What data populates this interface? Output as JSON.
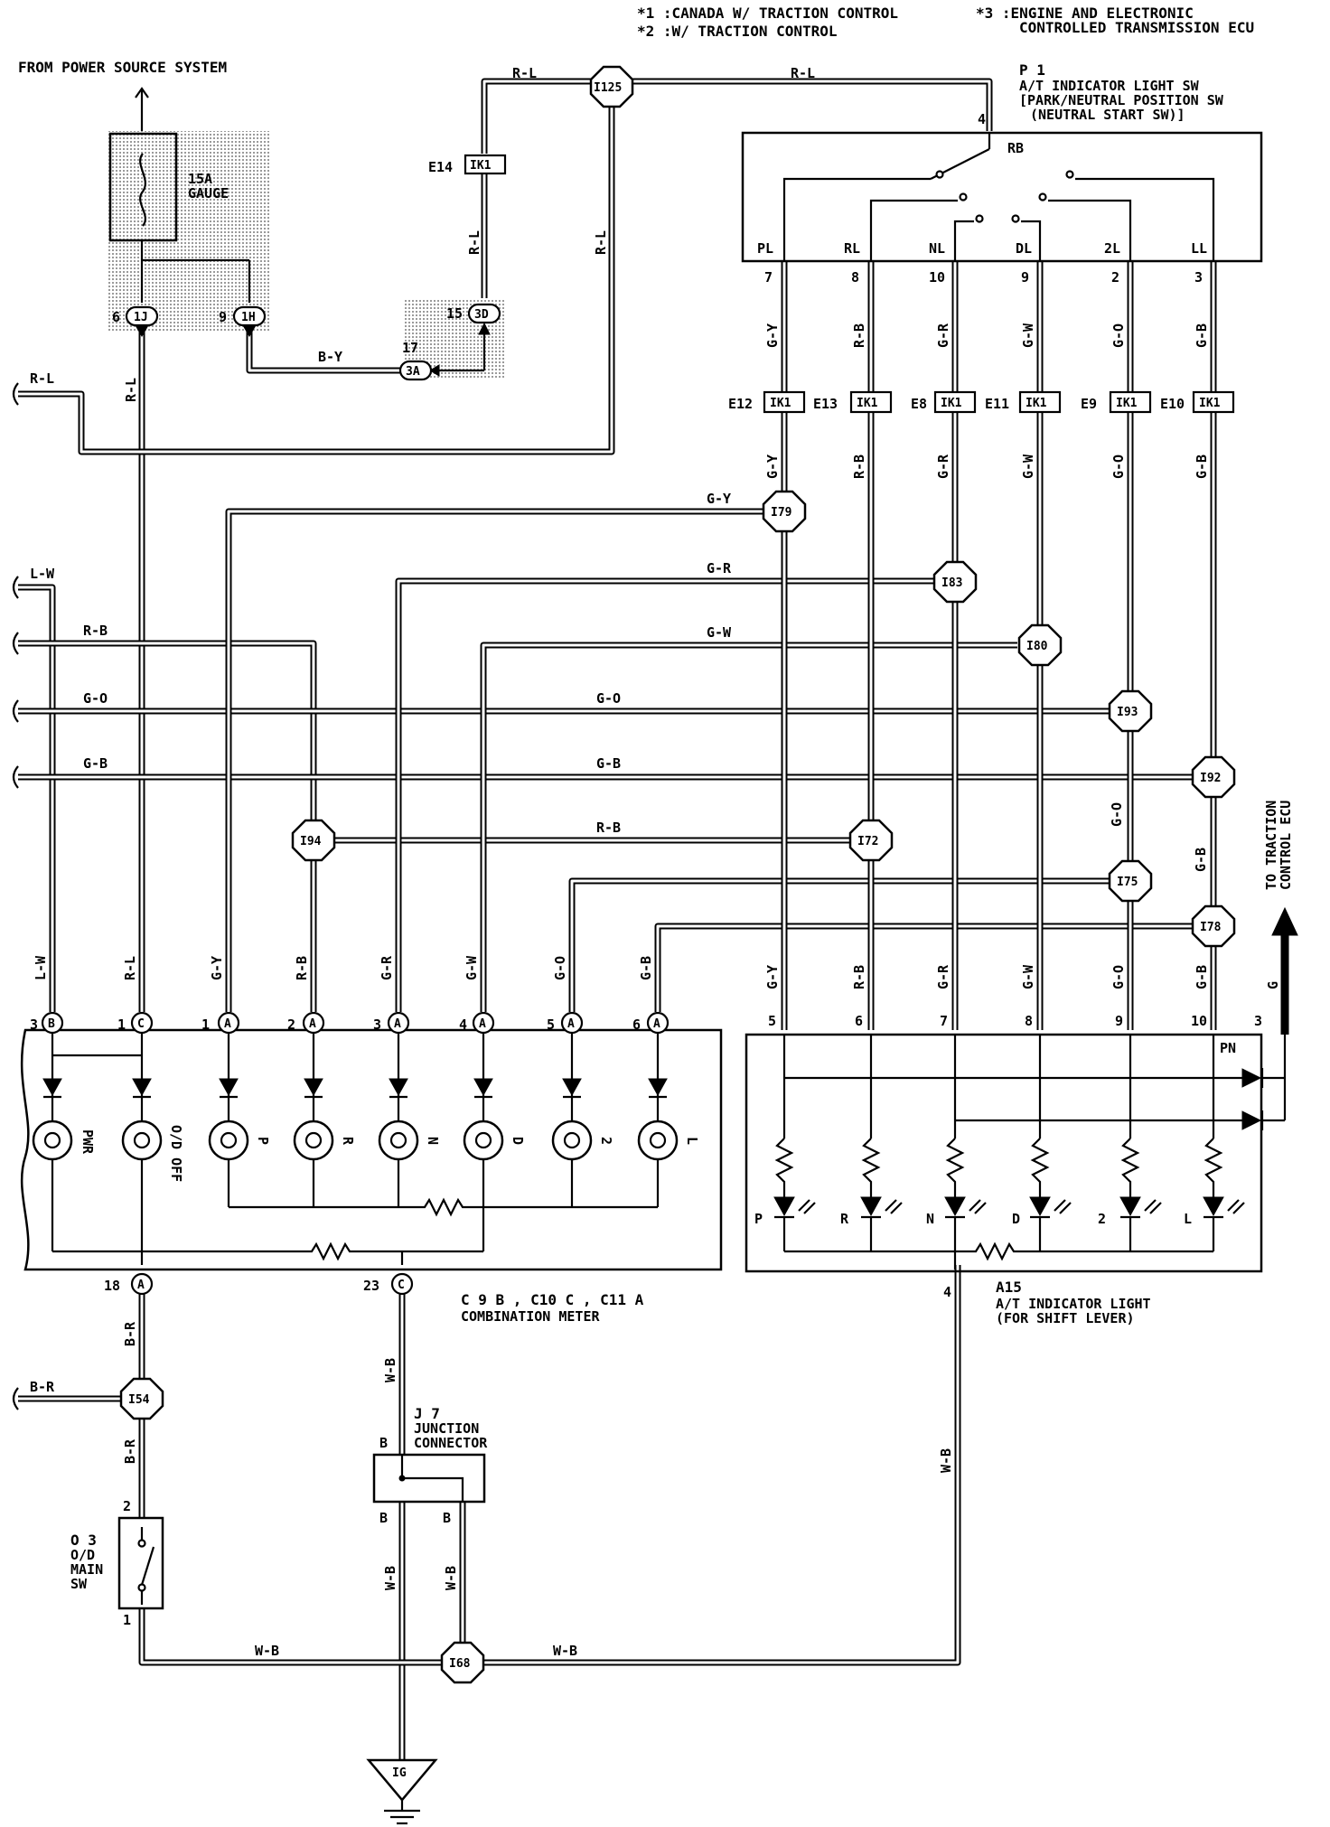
{
  "notes": [
    "*1 :CANADA W/ TRACTION CONTROL",
    "*2 :W/ TRACTION CONTROL",
    "*3 :ENGINE AND ELECTRONIC",
    "CONTROLLED TRANSMISSION ECU"
  ],
  "power_source": "FROM POWER SOURCE SYSTEM",
  "fuse": {
    "rating": "15A",
    "name": "GAUGE"
  },
  "switch_p1": {
    "code": "P 1",
    "name": [
      "A/T INDICATOR LIGHT SW",
      "[PARK/NEUTRAL POSITION SW",
      "(NEUTRAL START SW)]"
    ],
    "pin_in": "4",
    "common": "RB",
    "terminals": [
      {
        "label": "PL",
        "pin": "7",
        "wire": "G-Y",
        "connector": "E12",
        "junction": "I79"
      },
      {
        "label": "RL",
        "pin": "8",
        "wire": "R-B",
        "connector": "E13",
        "junction": "I72"
      },
      {
        "label": "NL",
        "pin": "10",
        "wire": "G-R",
        "connector": "E8",
        "junction": "I83"
      },
      {
        "label": "DL",
        "pin": "9",
        "wire": "G-W",
        "connector": "E11",
        "junction": "I80"
      },
      {
        "label": "2L",
        "pin": "2",
        "wire": "G-O",
        "connector": "E9",
        "junction": "I93"
      },
      {
        "label": "LL",
        "pin": "3",
        "wire": "G-B",
        "connector": "E10",
        "junction": "I92"
      }
    ]
  },
  "ik1": "IK1",
  "e14": "E14",
  "junctions": {
    "i125": "I125",
    "i94": "I94",
    "i75": "I75",
    "i78": "I78",
    "i54": "I54",
    "i68": "I68"
  },
  "jb_pins": {
    "j1j_num": "6",
    "j1j": "1J",
    "j1h_num": "9",
    "j1h": "1H",
    "j3d_num": "15",
    "j3d": "3D",
    "j3a_num": "17",
    "j3a": "3A"
  },
  "wires": {
    "rl": "R-L",
    "by": "B-Y",
    "lw": "L-W",
    "rb": "R-B",
    "go": "G-O",
    "gb": "G-B",
    "gy": "G-Y",
    "gr": "G-R",
    "gw": "G-W",
    "br": "B-R",
    "wb": "W-B",
    "g": "G"
  },
  "meter": {
    "pins": [
      {
        "num": "3",
        "conn": "B",
        "wire": "L-W"
      },
      {
        "num": "1",
        "conn": "C",
        "wire": "R-L"
      },
      {
        "num": "1",
        "conn": "A",
        "wire": "G-Y"
      },
      {
        "num": "2",
        "conn": "A",
        "wire": "R-B"
      },
      {
        "num": "3",
        "conn": "A",
        "wire": "G-R"
      },
      {
        "num": "4",
        "conn": "A",
        "wire": "G-W"
      },
      {
        "num": "5",
        "conn": "A",
        "wire": "G-O"
      },
      {
        "num": "6",
        "conn": "A",
        "wire": "G-B"
      }
    ],
    "lamps": [
      "PWR",
      "O/D OFF",
      "P",
      "R",
      "N",
      "D",
      "2",
      "L"
    ],
    "bottom_pin_a": {
      "num": "18",
      "conn": "A"
    },
    "bottom_pin_c": {
      "num": "23",
      "conn": "C"
    },
    "caption_codes": "C 9 B , C10 C , C11 A",
    "caption": "COMBINATION METER"
  },
  "indicator": {
    "pins": [
      "5",
      "6",
      "7",
      "8",
      "9",
      "10",
      "3"
    ],
    "pn": "PN",
    "leds": [
      "P",
      "R",
      "N",
      "D",
      "2",
      "L"
    ],
    "pin4": "4",
    "code": "A15",
    "name": [
      "A/T INDICATOR LIGHT",
      "(FOR SHIFT LEVER)"
    ]
  },
  "traction": [
    "TO TRACTION",
    "CONTROL ECU"
  ],
  "junction_connector": {
    "code": "J 7",
    "name": [
      "JUNCTION",
      "CONNECTOR"
    ],
    "b": "B"
  },
  "od_switch": {
    "code": "O 3",
    "name": [
      "O/D",
      "MAIN",
      "SW"
    ],
    "pin_top": "2",
    "pin_bottom": "1"
  },
  "ground": "IG"
}
